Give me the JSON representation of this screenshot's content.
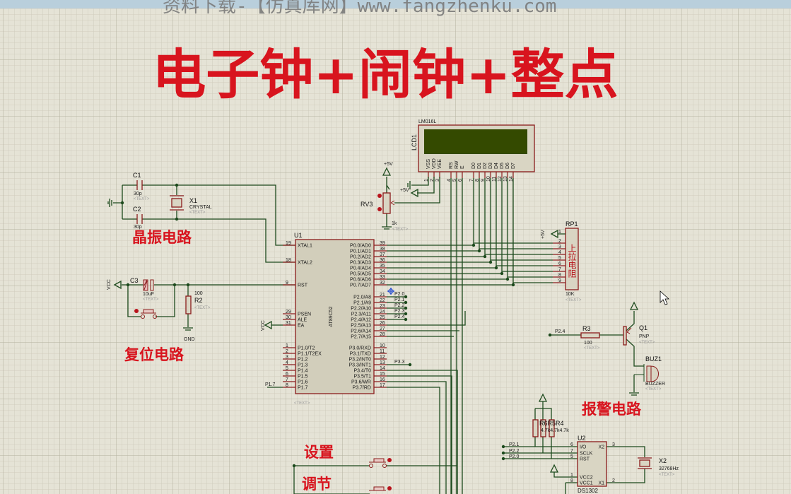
{
  "watermark": "资料下载-【仿真库网】www.fangzhenku.com",
  "title": "电子钟+闹钟+整点",
  "section_labels": {
    "crystal": "晶振电路",
    "reset": "复位电路",
    "alarm": "报警电路",
    "set": "设置",
    "adjust": "调节"
  },
  "placeholder_text": "<TEXT>",
  "crystal": {
    "c1": {
      "ref": "C1",
      "value": "30p"
    },
    "c2": {
      "ref": "C2",
      "value": "30p"
    },
    "x1": {
      "ref": "X1",
      "value": "CRYSTAL"
    }
  },
  "reset": {
    "vcc": "VCC",
    "c3": {
      "ref": "C3",
      "value": "10uF"
    },
    "r2": {
      "ref": "R2",
      "value": "100"
    },
    "gnd": "GND"
  },
  "u1": {
    "ref": "U1",
    "part": "AT89C52",
    "ea_vcc": "VCC",
    "left_pins": [
      {
        "num": "19",
        "name": "XTAL1"
      },
      {
        "num": "18",
        "name": "XTAL2"
      },
      {
        "num": "9",
        "name": "RST"
      },
      {
        "num": "29",
        "name": "PSEN"
      },
      {
        "num": "30",
        "name": "ALE"
      },
      {
        "num": "31",
        "name": "EA"
      },
      {
        "num": "1",
        "name": "P1.0/T2"
      },
      {
        "num": "2",
        "name": "P1.1/T2EX"
      },
      {
        "num": "3",
        "name": "P1.2"
      },
      {
        "num": "4",
        "name": "P1.3"
      },
      {
        "num": "5",
        "name": "P1.4"
      },
      {
        "num": "6",
        "name": "P1.5"
      },
      {
        "num": "7",
        "name": "P1.6"
      },
      {
        "num": "8",
        "name": "P1.7"
      }
    ],
    "right_pins": [
      {
        "num": "39",
        "name": "P0.0/AD0"
      },
      {
        "num": "38",
        "name": "P0.1/AD1"
      },
      {
        "num": "37",
        "name": "P0.2/AD2"
      },
      {
        "num": "36",
        "name": "P0.3/AD3"
      },
      {
        "num": "35",
        "name": "P0.4/AD4"
      },
      {
        "num": "34",
        "name": "P0.5/AD5"
      },
      {
        "num": "33",
        "name": "P0.6/AD6"
      },
      {
        "num": "32",
        "name": "P0.7/AD7"
      },
      {
        "num": "21",
        "name": "P2.0/A8"
      },
      {
        "num": "22",
        "name": "P2.1/A9"
      },
      {
        "num": "23",
        "name": "P2.2/A10"
      },
      {
        "num": "24",
        "name": "P2.3/A11"
      },
      {
        "num": "25",
        "name": "P2.4/A12"
      },
      {
        "num": "26",
        "name": "P2.5/A13"
      },
      {
        "num": "27",
        "name": "P2.6/A14"
      },
      {
        "num": "28",
        "name": "P2.7/A15"
      },
      {
        "num": "10",
        "name": "P3.0/RXD"
      },
      {
        "num": "11",
        "name": "P3.1/TXD"
      },
      {
        "num": "12",
        "name": "P3.2/INT0"
      },
      {
        "num": "13",
        "name": "P3.3/INT1"
      },
      {
        "num": "14",
        "name": "P3.4/T0"
      },
      {
        "num": "15",
        "name": "P3.5/T1"
      },
      {
        "num": "16",
        "name": "P3.6/WR"
      },
      {
        "num": "17",
        "name": "P3.7/RD"
      }
    ],
    "net_labels": [
      "P2.0",
      "P2.1",
      "P2.2",
      "P2.3",
      "P2.4",
      "P3.3",
      "P1.7"
    ]
  },
  "lcd": {
    "ref": "LCD1",
    "part": "LM016L",
    "screen_color": "#344a00",
    "pins": [
      {
        "num": "1",
        "name": "VSS"
      },
      {
        "num": "2",
        "name": "VDD"
      },
      {
        "num": "3",
        "name": "VEE"
      },
      {
        "num": "4",
        "name": "RS"
      },
      {
        "num": "5",
        "name": "RW"
      },
      {
        "num": "6",
        "name": "E"
      },
      {
        "num": "7",
        "name": "D0"
      },
      {
        "num": "8",
        "name": "D1"
      },
      {
        "num": "9",
        "name": "D2"
      },
      {
        "num": "10",
        "name": "D3"
      },
      {
        "num": "11",
        "name": "D4"
      },
      {
        "num": "12",
        "name": "D5"
      },
      {
        "num": "13",
        "name": "D6"
      },
      {
        "num": "14",
        "name": "D7"
      }
    ],
    "vdd_supply": "+5V"
  },
  "rv3": {
    "ref": "RV3",
    "value": "1k",
    "supply": "+5V"
  },
  "rp1": {
    "ref": "RP1",
    "value": "10K",
    "body_text": "上拉电阻",
    "supply": "+5V",
    "pins": [
      "1",
      "2",
      "3",
      "4",
      "5",
      "6",
      "7",
      "8",
      "9"
    ]
  },
  "alarm": {
    "net": "P2.4",
    "r3": {
      "ref": "R3",
      "value": "100"
    },
    "q1": {
      "ref": "Q1",
      "value": "PNP"
    },
    "buz1": {
      "ref": "BUZ1",
      "value": "BUZZER"
    }
  },
  "rtc": {
    "u2": {
      "ref": "U2",
      "part": "DS1302"
    },
    "resistors": {
      "refs": "R6R5R4",
      "values": "4.7k4.7k4.7k"
    },
    "x2": {
      "ref": "X2",
      "value": "32768Hz"
    },
    "left_pins": [
      {
        "num": "6",
        "name": "I/O"
      },
      {
        "num": "7",
        "name": "SCLK"
      },
      {
        "num": "5",
        "name": "RST"
      },
      {
        "num": "1",
        "name": "VCC2"
      },
      {
        "num": "8",
        "name": "VCC1"
      }
    ],
    "right_pins": [
      {
        "num": "3",
        "name": "X2"
      },
      {
        "num": "2",
        "name": "X1"
      }
    ],
    "nets": [
      "P2.1",
      "P2.2",
      "P2.0"
    ]
  },
  "colors": {
    "background": "#e5e3d6",
    "wire": "#1d4a1d",
    "component": "#8a1c1c",
    "annotation": "#d8141e"
  }
}
